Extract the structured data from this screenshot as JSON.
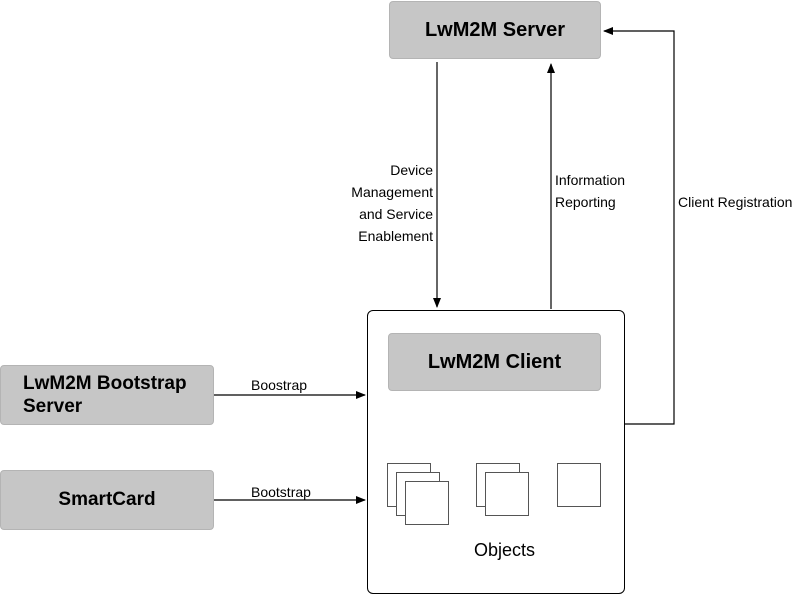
{
  "nodes": {
    "server": "LwM2M Server",
    "client": "LwM2M Client",
    "bootstrap_server_line1": "LwM2M Bootstrap",
    "bootstrap_server_line2": "Server",
    "smartcard": "SmartCard",
    "objects": "Objects"
  },
  "edges": {
    "device_management": [
      "Device",
      "Management",
      "and Service",
      "Enablement"
    ],
    "information_reporting": [
      "Information",
      "Reporting"
    ],
    "client_registration": "Client Registration",
    "bootstrap_from_server": "Boostrap",
    "bootstrap_from_smartcard": "Bootstrap"
  },
  "colors": {
    "node_fill": "#c6c6c6",
    "line": "#000000"
  }
}
